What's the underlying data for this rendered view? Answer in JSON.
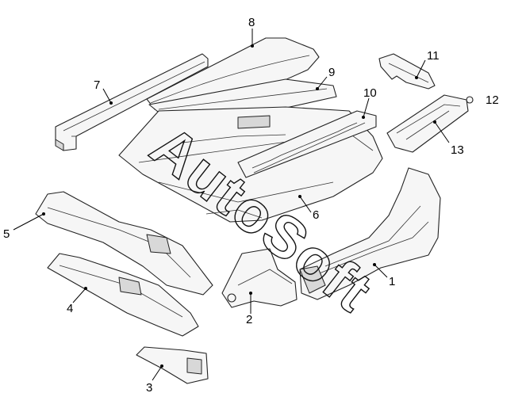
{
  "diagram": {
    "parts": [
      {
        "id": "part-1",
        "label": "1"
      },
      {
        "id": "part-2",
        "label": "2"
      },
      {
        "id": "part-3",
        "label": "3"
      },
      {
        "id": "part-4",
        "label": "4"
      },
      {
        "id": "part-5",
        "label": "5"
      },
      {
        "id": "part-6",
        "label": "6"
      },
      {
        "id": "part-7",
        "label": "7"
      },
      {
        "id": "part-8",
        "label": "8"
      },
      {
        "id": "part-9",
        "label": "9"
      },
      {
        "id": "part-10",
        "label": "10"
      },
      {
        "id": "part-11",
        "label": "11"
      },
      {
        "id": "part-12",
        "label": "12"
      },
      {
        "id": "part-13",
        "label": "13"
      }
    ],
    "watermark": "AutoSoft"
  }
}
